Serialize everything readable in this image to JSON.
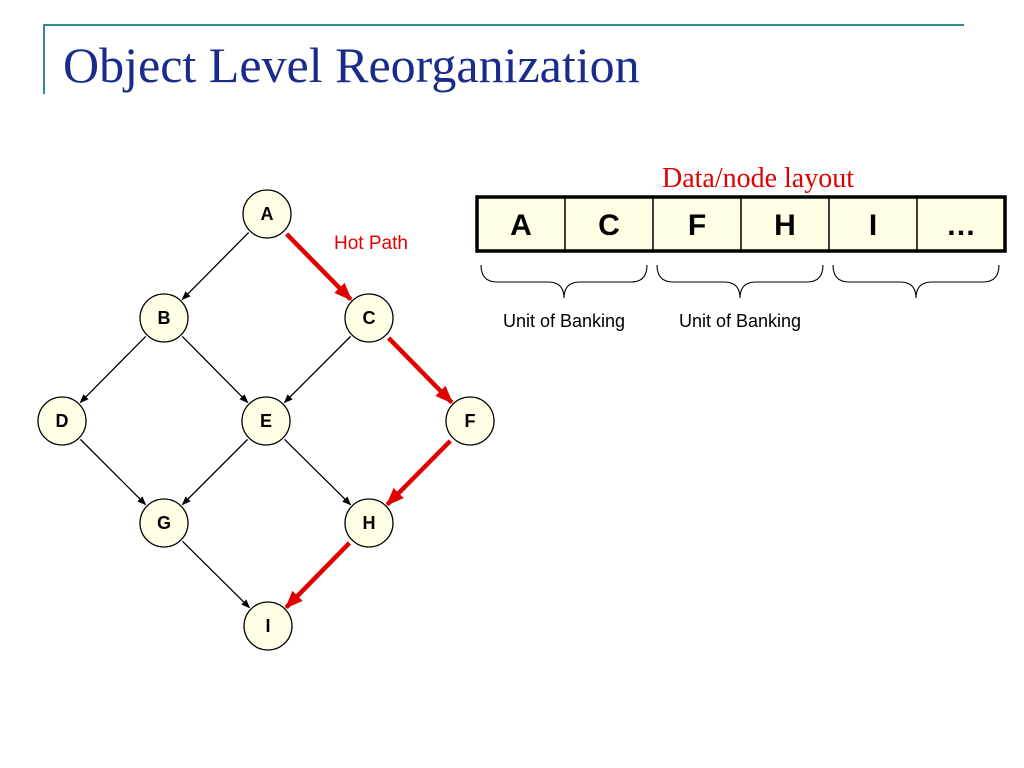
{
  "slide": {
    "title": "Object Level Reorganization"
  },
  "graph": {
    "nodes": [
      {
        "id": "A",
        "label": "A"
      },
      {
        "id": "B",
        "label": "B"
      },
      {
        "id": "C",
        "label": "C"
      },
      {
        "id": "D",
        "label": "D"
      },
      {
        "id": "E",
        "label": "E"
      },
      {
        "id": "F",
        "label": "F"
      },
      {
        "id": "G",
        "label": "G"
      },
      {
        "id": "H",
        "label": "H"
      },
      {
        "id": "I",
        "label": "I"
      }
    ],
    "edges": [
      {
        "from": "A",
        "to": "B",
        "hot": false
      },
      {
        "from": "A",
        "to": "C",
        "hot": true
      },
      {
        "from": "B",
        "to": "D",
        "hot": false
      },
      {
        "from": "B",
        "to": "E",
        "hot": false
      },
      {
        "from": "C",
        "to": "E",
        "hot": false
      },
      {
        "from": "C",
        "to": "F",
        "hot": true
      },
      {
        "from": "D",
        "to": "G",
        "hot": false
      },
      {
        "from": "E",
        "to": "G",
        "hot": false
      },
      {
        "from": "E",
        "to": "H",
        "hot": false
      },
      {
        "from": "F",
        "to": "H",
        "hot": true
      },
      {
        "from": "G",
        "to": "I",
        "hot": false
      },
      {
        "from": "H",
        "to": "I",
        "hot": true
      }
    ],
    "hot_path_label": "Hot Path",
    "hot_path_color": "#e00000",
    "node_fill": "#ffffe6"
  },
  "layout": {
    "caption": "Data/node layout",
    "caption_color": "#e00000",
    "cells": [
      "A",
      "C",
      "F",
      "H",
      "I",
      "…"
    ],
    "cell_fill": "#ffffe6",
    "banks": [
      {
        "label": "Unit of Banking"
      },
      {
        "label": "Unit of Banking"
      },
      {
        "label": ""
      }
    ]
  }
}
